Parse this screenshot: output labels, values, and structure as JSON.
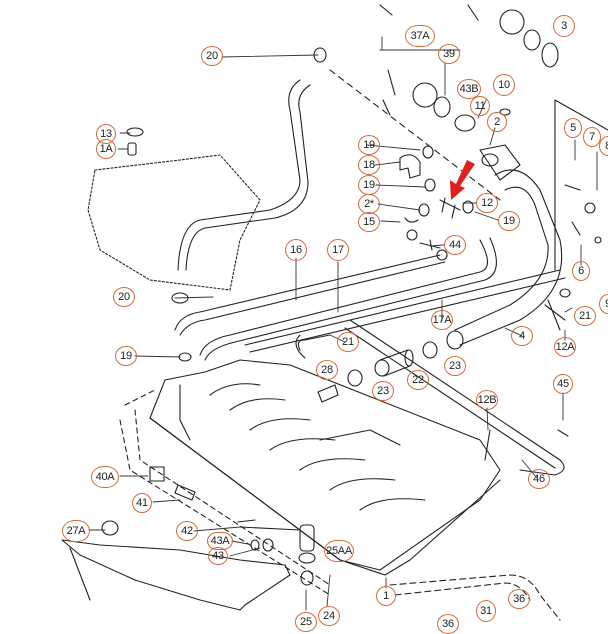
{
  "diagram": {
    "title": "Fuel tank exploded parts diagram",
    "accent_color": "#d2693a",
    "arrow_color": "#e02020",
    "highlighted_part": "12",
    "callouts": [
      {
        "id": "c-1",
        "label": "1"
      },
      {
        "id": "c-2",
        "label": "2"
      },
      {
        "id": "c-2star",
        "label": "2*"
      },
      {
        "id": "c-3",
        "label": "3"
      },
      {
        "id": "c-4",
        "label": "4"
      },
      {
        "id": "c-5",
        "label": "5"
      },
      {
        "id": "c-6",
        "label": "6"
      },
      {
        "id": "c-7",
        "label": "7"
      },
      {
        "id": "c-10",
        "label": "10"
      },
      {
        "id": "c-11",
        "label": "11"
      },
      {
        "id": "c-12",
        "label": "12"
      },
      {
        "id": "c-12a",
        "label": "12A"
      },
      {
        "id": "c-12b",
        "label": "12B"
      },
      {
        "id": "c-13",
        "label": "13"
      },
      {
        "id": "c-1a",
        "label": "1A"
      },
      {
        "id": "c-15",
        "label": "15"
      },
      {
        "id": "c-16",
        "label": "16"
      },
      {
        "id": "c-17",
        "label": "17"
      },
      {
        "id": "c-17a",
        "label": "17A"
      },
      {
        "id": "c-18",
        "label": "18"
      },
      {
        "id": "c-19a",
        "label": "19"
      },
      {
        "id": "c-19b",
        "label": "19"
      },
      {
        "id": "c-19c",
        "label": "19"
      },
      {
        "id": "c-19d",
        "label": "19"
      },
      {
        "id": "c-20a",
        "label": "20"
      },
      {
        "id": "c-20b",
        "label": "20"
      },
      {
        "id": "c-21a",
        "label": "21"
      },
      {
        "id": "c-21b",
        "label": "21"
      },
      {
        "id": "c-22",
        "label": "22"
      },
      {
        "id": "c-23a",
        "label": "23"
      },
      {
        "id": "c-23b",
        "label": "23"
      },
      {
        "id": "c-24",
        "label": "24"
      },
      {
        "id": "c-25",
        "label": "25"
      },
      {
        "id": "c-25aa",
        "label": "25AA"
      },
      {
        "id": "c-27a",
        "label": "27A"
      },
      {
        "id": "c-28",
        "label": "28"
      },
      {
        "id": "c-31",
        "label": "31"
      },
      {
        "id": "c-36a",
        "label": "36"
      },
      {
        "id": "c-36b",
        "label": "36"
      },
      {
        "id": "c-37a",
        "label": "37A"
      },
      {
        "id": "c-39",
        "label": "39"
      },
      {
        "id": "c-40a",
        "label": "40A"
      },
      {
        "id": "c-41",
        "label": "41"
      },
      {
        "id": "c-42",
        "label": "42"
      },
      {
        "id": "c-43",
        "label": "43"
      },
      {
        "id": "c-43a",
        "label": "43A"
      },
      {
        "id": "c-43b",
        "label": "43B"
      },
      {
        "id": "c-44",
        "label": "44"
      },
      {
        "id": "c-45",
        "label": "45"
      },
      {
        "id": "c-46",
        "label": "46"
      },
      {
        "id": "c-8partial",
        "label": "8"
      },
      {
        "id": "c-9partial",
        "label": "9"
      }
    ]
  }
}
